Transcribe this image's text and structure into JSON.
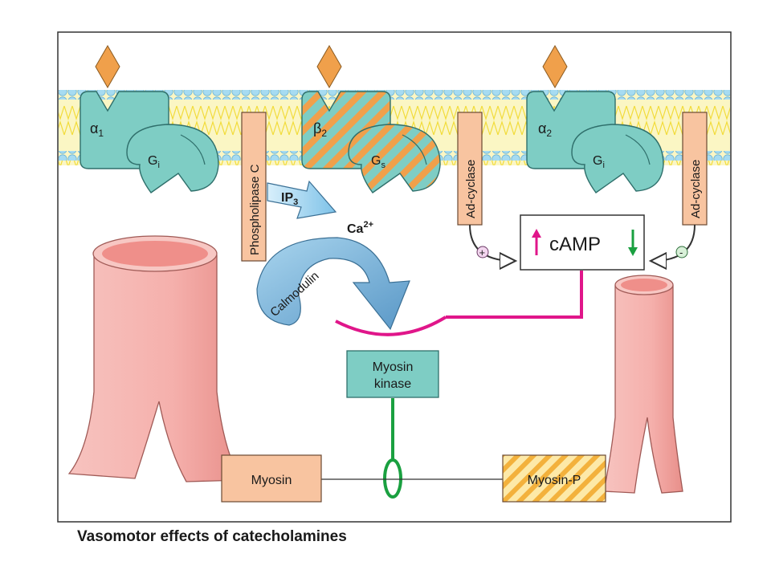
{
  "caption": "Vasomotor effects of catecholamines",
  "receptors": {
    "r1": {
      "symbol": "α",
      "sub": "1",
      "gprotein": "G",
      "gsub": "i"
    },
    "r2": {
      "symbol": "β",
      "sub": "2",
      "gprotein": "G",
      "gsub": "s"
    },
    "r3": {
      "symbol": "α",
      "sub": "2",
      "gprotein": "G",
      "gsub": "i"
    }
  },
  "enzymes": {
    "phospholipase": "Phospholipase C",
    "adcyclase_left": "Ad-cyclase",
    "adcyclase_right": "Ad-cyclase"
  },
  "messengers": {
    "ip3": "IP",
    "ip3_sub": "3",
    "ca": "Ca",
    "ca_sup": "2+",
    "calmodulin": "Calmodulin",
    "camp": "cAMP",
    "plus_sign": "+",
    "minus_sign": "-"
  },
  "kinase": {
    "line1": "Myosin",
    "line2": "kinase"
  },
  "myosin": "Myosin",
  "myosin_p": "Myosin-P",
  "colors": {
    "receptor": "#7ecdc4",
    "receptor_stroke": "#2f6f6b",
    "ligand": "#f0a04b",
    "membrane_head": "#9fd7ee",
    "membrane_tail": "#fbf29a",
    "enzyme": "#f8c4a0",
    "magenta": "#e0168a",
    "green": "#1aa040",
    "vessel": "#f5b6b2"
  }
}
